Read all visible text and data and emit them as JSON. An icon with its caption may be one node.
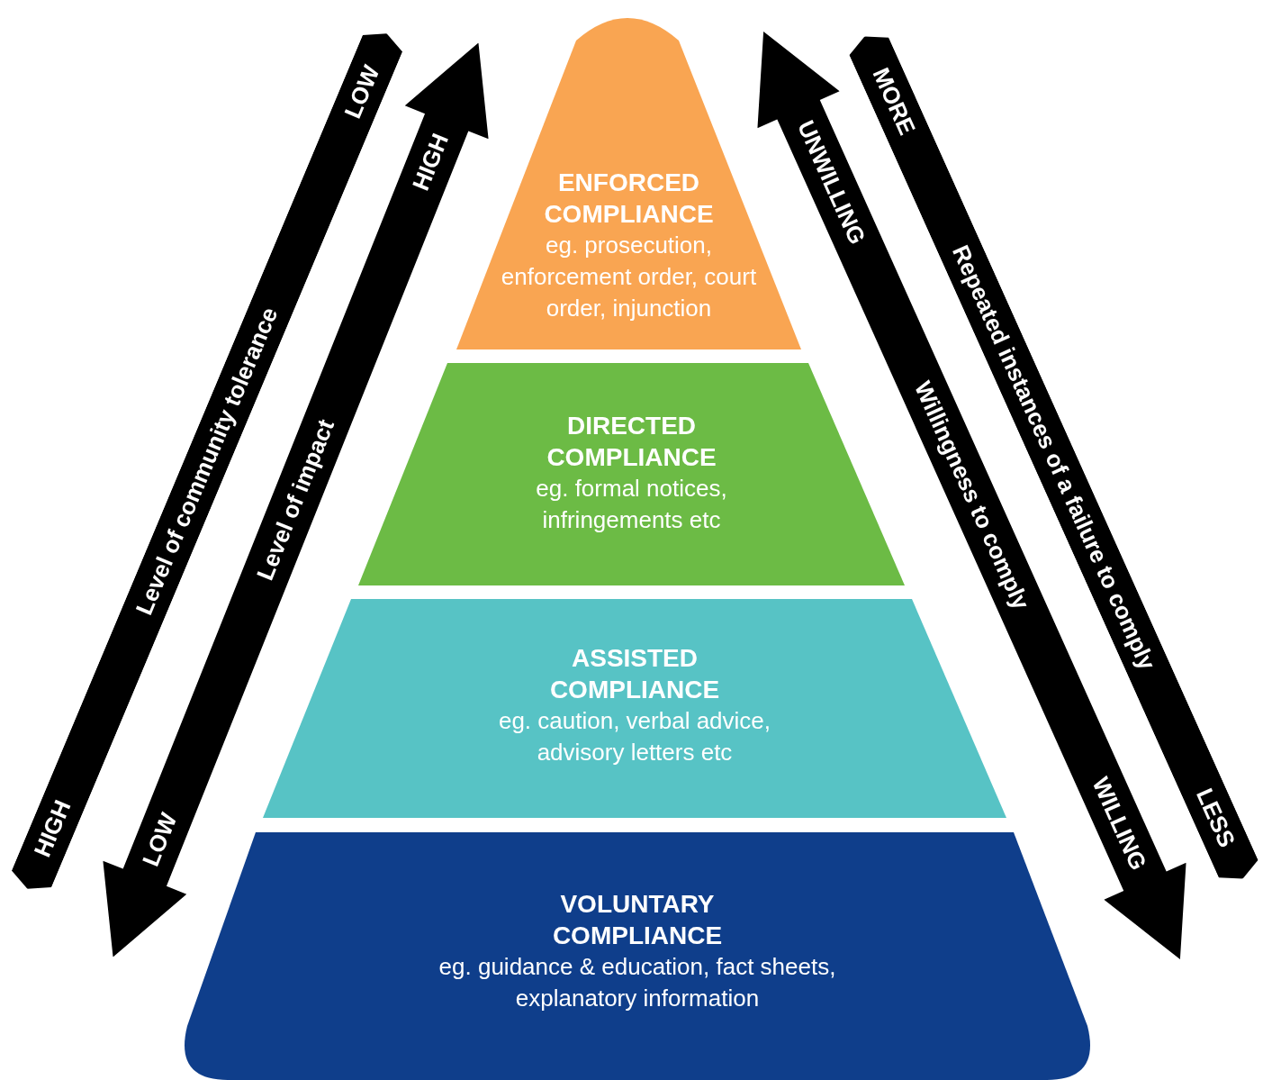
{
  "diagram": {
    "nodes": [
      {
        "text": [
          "ENFORCED COMPLIANCE",
          "eg. prosecution, enforcement order, court order, injunction"
        ]
      },
      {
        "text": [
          "DIRECTED COMPLIANCE",
          "eg. formal notices, infringements etc"
        ]
      },
      {
        "text": [
          "ASSISTED COMPLIANCE",
          "eg. caution, verbal advice, advisory letters etc"
        ]
      },
      {
        "text": [
          "VOLUNTARY COMPLIANCE",
          "eg. guidance & education, fact sheets, explanatory information"
        ]
      }
    ],
    "labels": [
      "HIGH",
      "Level of community tolerance",
      "LOW",
      "LOW",
      "Level of impact",
      "HIGH",
      "UNWILLING",
      "Willingness to comply",
      "WILLING",
      "MORE",
      "Repeated instances of a failure to comply",
      "LESS"
    ]
  }
}
